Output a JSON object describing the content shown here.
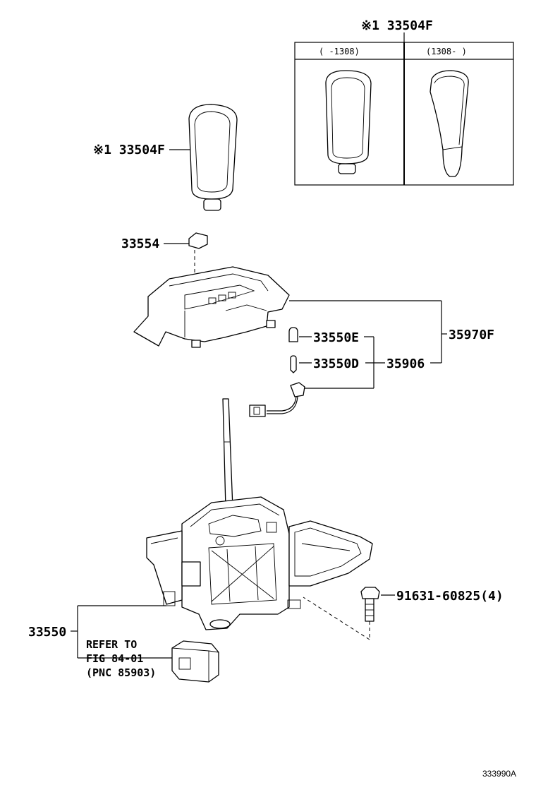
{
  "labels": {
    "knob_box_part": "※1 33504F",
    "knob_part": "※1 33504F",
    "box_left_caption": "(    -1308)",
    "box_right_caption": "(1308-    )",
    "p33554": "33554",
    "p35970F": "35970F",
    "p33550E": "33550E",
    "p33550D": "33550D",
    "p35906": "35906",
    "p91631": "91631-60825(4)",
    "p33550": "33550",
    "refer_line1": "REFER TO",
    "refer_line2": "FIG 84-01",
    "refer_line3": "(PNC 85903)",
    "diagram_code": "333990A"
  }
}
